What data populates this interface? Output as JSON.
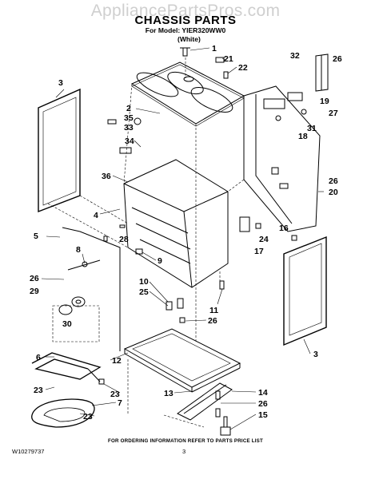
{
  "watermark": "AppliancePartsPros.com",
  "header": {
    "title": "CHASSIS PARTS",
    "model_line": "For Model: YIER320WW0",
    "color_line": "(White)"
  },
  "callouts": [
    "1",
    "21",
    "22",
    "32",
    "26",
    "3",
    "2",
    "35",
    "33",
    "34",
    "19",
    "27",
    "31",
    "18",
    "36",
    "26",
    "20",
    "4",
    "16",
    "24",
    "5",
    "28",
    "8",
    "17",
    "9",
    "26",
    "10",
    "29",
    "25",
    "11",
    "26",
    "30",
    "3",
    "12",
    "6",
    "23",
    "23",
    "13",
    "14",
    "7",
    "26",
    "23",
    "15"
  ],
  "footer": {
    "ordering_note": "FOR ORDERING INFORMATION REFER TO PARTS PRICE LIST",
    "doc_number": "W10279737",
    "page_number": "3"
  }
}
